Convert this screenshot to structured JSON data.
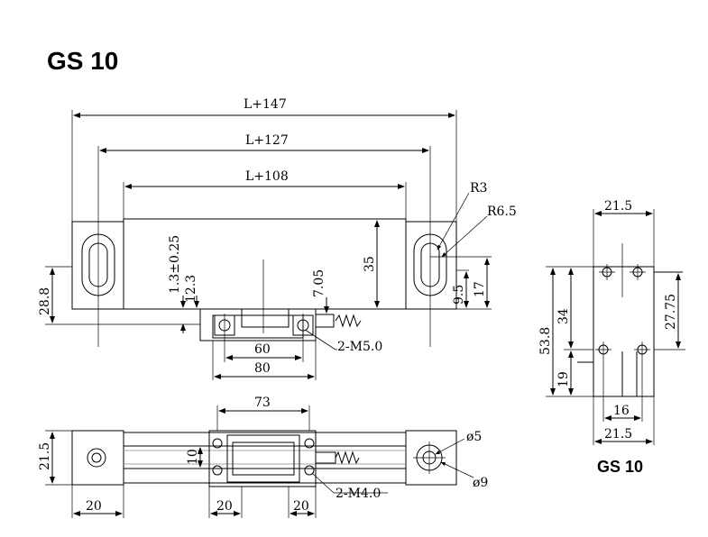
{
  "title": "GS 10",
  "side_title": "GS 10",
  "front_view": {
    "dim_L147": "L+147",
    "dim_L127": "L+127",
    "dim_L108": "L+108",
    "dim_R3": "R3",
    "dim_R6_5": "R6.5",
    "dim_35": "35",
    "dim_1_3_tol": "1.3±0.25",
    "dim_12_3": "12.3",
    "dim_7_05": "7.05",
    "dim_9_5": "9.5",
    "dim_17": "17",
    "dim_28_8": "28.8",
    "dim_60": "60",
    "dim_80": "80",
    "callout_m5": "2-M5.0"
  },
  "top_view": {
    "dim_73": "73",
    "dim_21_5": "21.5",
    "dim_10": "10",
    "dim_20_left": "20",
    "dim_20_mid": "20",
    "dim_20_right": "20",
    "dim_dia5": "ø5",
    "dim_dia9": "ø9",
    "callout_m4": "2-M4.0"
  },
  "side_view": {
    "dim_21_5_top": "21.5",
    "dim_53_8": "53.8",
    "dim_34": "34",
    "dim_27_75": "27.75",
    "dim_19": "19",
    "dim_16": "16",
    "dim_21_5_bottom": "21.5"
  }
}
